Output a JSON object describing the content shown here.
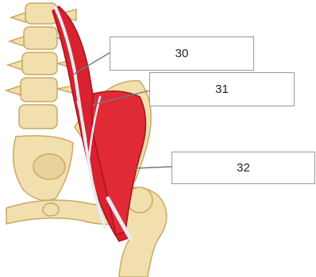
{
  "labels": {
    "label_30": "30",
    "label_31": "31",
    "label_32": "32"
  },
  "colors": {
    "bone": "#f2dfae",
    "bone_dark": "#c9a865",
    "muscle": "#d8222f",
    "muscle_dark": "#a8141f",
    "tendon": "#e7ecf3",
    "leader_line": "#6b7a8a"
  }
}
